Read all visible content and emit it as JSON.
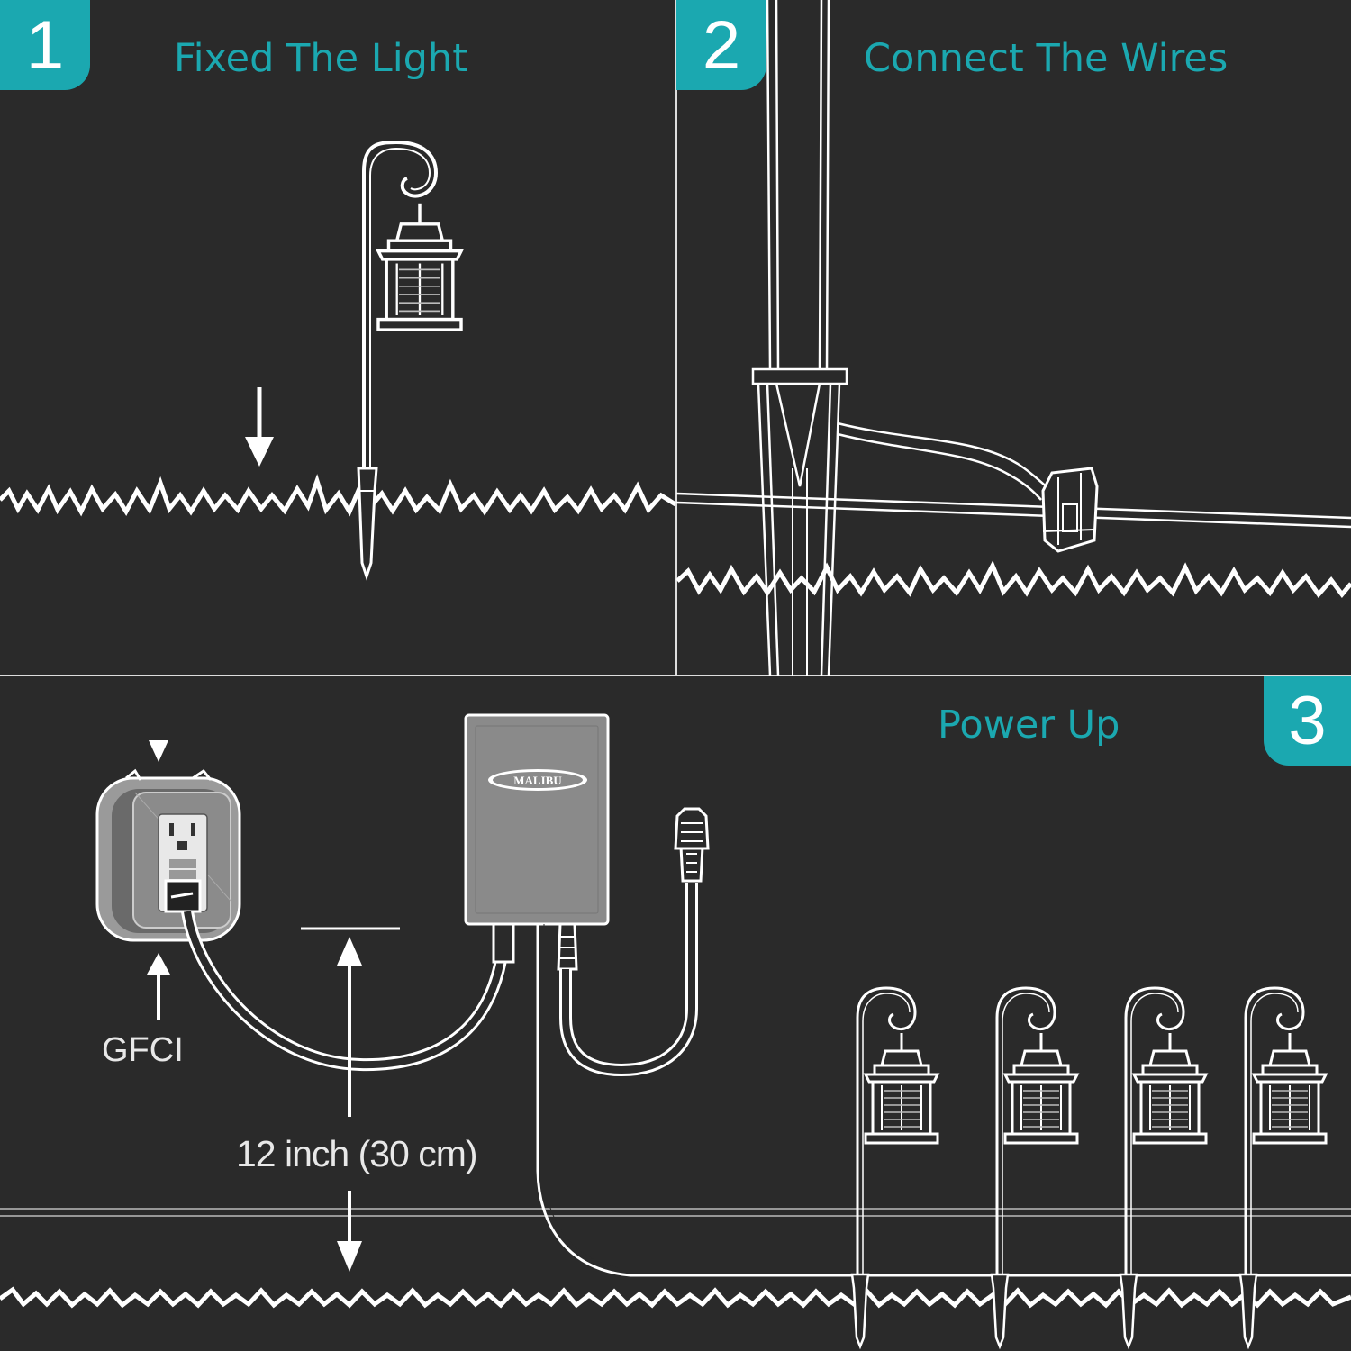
{
  "steps": [
    {
      "number": "1",
      "title": "Fixed The Light"
    },
    {
      "number": "2",
      "title": "Connect The Wires"
    },
    {
      "number": "3",
      "title": "Power Up"
    }
  ],
  "labels": {
    "gfci": "GFCI",
    "distance": "12 inch  (30 cm)",
    "brand": "MALIBU"
  },
  "colors": {
    "accent": "#1ba8b0",
    "background": "#2a2a2a",
    "line": "#ffffff",
    "transformer": "#8a8a8a"
  },
  "icons": [
    "shepherd-hook-lantern-icon",
    "stake-icon",
    "wire-connector-icon",
    "gfci-outlet-icon",
    "transformer-icon",
    "plug-icon"
  ]
}
